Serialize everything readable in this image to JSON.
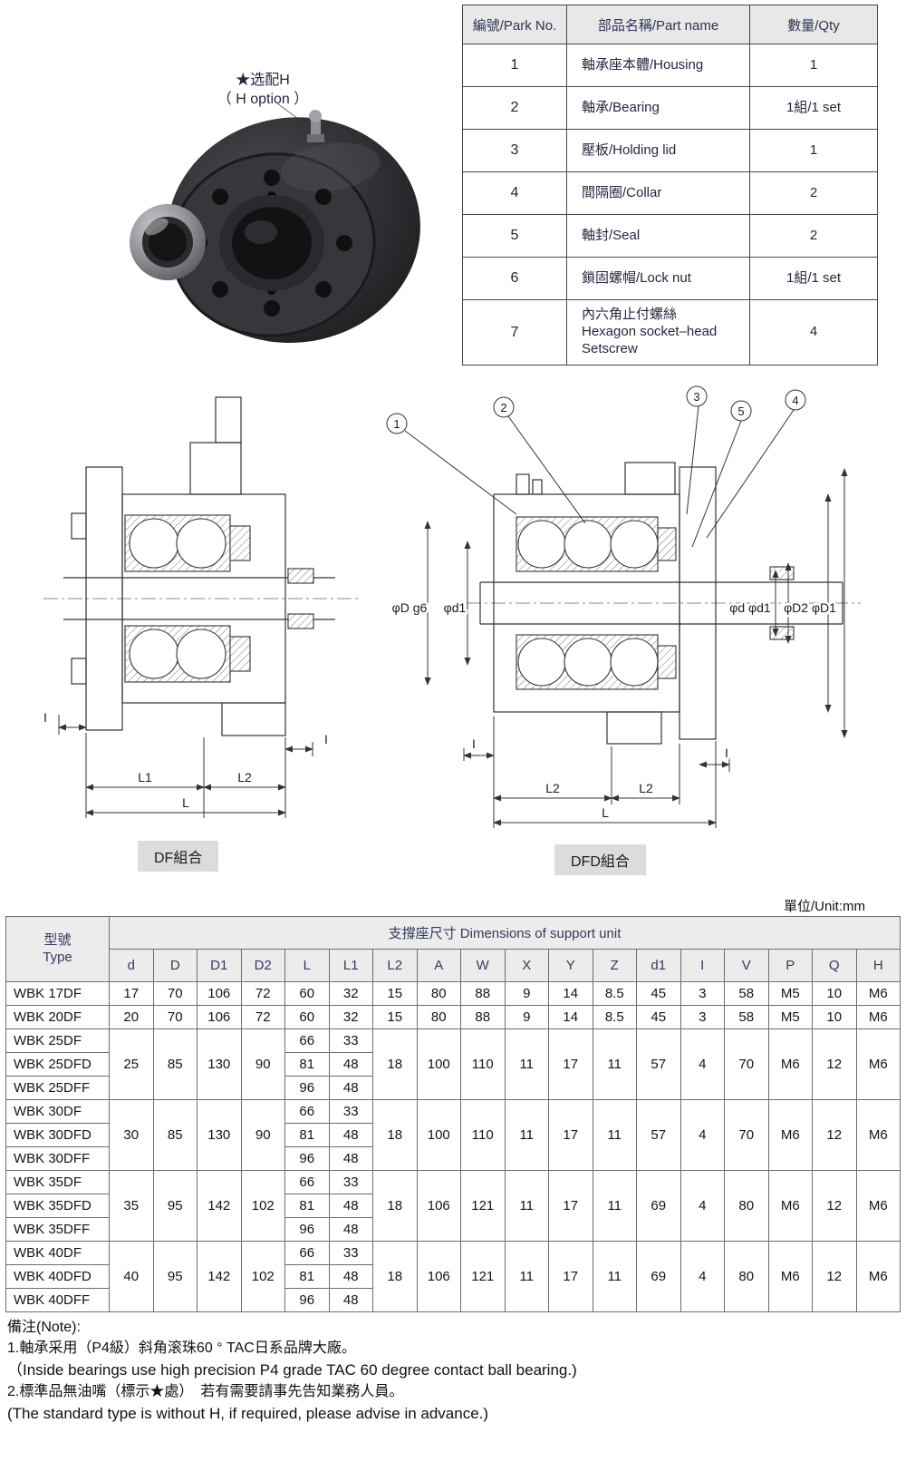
{
  "photo": {
    "annotation": "★选配H\n（ H option ）"
  },
  "parts_table": {
    "headers": [
      "編號/Park No.",
      "部品名稱/Part name",
      "數量/Qty"
    ],
    "rows": [
      {
        "no": "1",
        "name": "軸承座本體/Housing",
        "qty": "1"
      },
      {
        "no": "2",
        "name": "軸承/Bearing",
        "qty": "1組/1 set"
      },
      {
        "no": "3",
        "name": "壓板/Holding lid",
        "qty": "1"
      },
      {
        "no": "4",
        "name": "間隔圈/Collar",
        "qty": "2"
      },
      {
        "no": "5",
        "name": "軸封/Seal",
        "qty": "2"
      },
      {
        "no": "6",
        "name": "鎖固螺帽/Lock nut",
        "qty": "1組/1 set"
      },
      {
        "no": "7",
        "name": "內六角止付螺絲\nHexagon socket–head\nSetscrew",
        "qty": "4"
      }
    ]
  },
  "drawings": {
    "left": {
      "caption": "DF組合",
      "labels": {
        "I_left": "I",
        "I_right": "I",
        "L1": "L1",
        "L2": "L2",
        "L": "L"
      }
    },
    "right": {
      "caption": "DFD組合",
      "callouts": [
        "1",
        "2",
        "3",
        "5",
        "4"
      ],
      "labels": {
        "phiD_g6": "φD g6",
        "phid1": "φd1",
        "phid_phid1": "φd φd1",
        "phiD2_phiD1": "φD2 φD1",
        "I_left": "I",
        "I_right": "I",
        "L2_a": "L2",
        "L2_b": "L2",
        "L": "L"
      }
    }
  },
  "dim_table": {
    "unit_label": "單位/Unit:mm",
    "type_header": "型號\nType",
    "span_header": "支撐座尺寸 Dimensions of support unit",
    "columns": [
      "d",
      "D",
      "D1",
      "D2",
      "L",
      "L1",
      "L2",
      "A",
      "W",
      "X",
      "Y",
      "Z",
      "d1",
      "I",
      "V",
      "P",
      "Q",
      "H"
    ],
    "simple_rows": [
      {
        "type": "WBK 17DF",
        "values": [
          "17",
          "70",
          "106",
          "72",
          "60",
          "32",
          "15",
          "80",
          "88",
          "9",
          "14",
          "8.5",
          "45",
          "3",
          "58",
          "M5",
          "10",
          "M6"
        ]
      },
      {
        "type": "WBK 20DF",
        "values": [
          "20",
          "70",
          "106",
          "72",
          "60",
          "32",
          "15",
          "80",
          "88",
          "9",
          "14",
          "8.5",
          "45",
          "3",
          "58",
          "M5",
          "10",
          "M6"
        ]
      }
    ],
    "groups": [
      {
        "types": [
          "WBK 25DF",
          "WBK 25DFD",
          "WBK 25DFF"
        ],
        "left": [
          "25",
          "85",
          "130",
          "90"
        ],
        "L": [
          "66",
          "81",
          "96"
        ],
        "L1": [
          "33",
          "48",
          "48"
        ],
        "rest": [
          "18",
          "100",
          "110",
          "11",
          "17",
          "11",
          "57",
          "4",
          "70",
          "M6",
          "12",
          "M6"
        ]
      },
      {
        "types": [
          "WBK 30DF",
          "WBK 30DFD",
          "WBK 30DFF"
        ],
        "left": [
          "30",
          "85",
          "130",
          "90"
        ],
        "L": [
          "66",
          "81",
          "96"
        ],
        "L1": [
          "33",
          "48",
          "48"
        ],
        "rest": [
          "18",
          "100",
          "110",
          "11",
          "17",
          "11",
          "57",
          "4",
          "70",
          "M6",
          "12",
          "M6"
        ]
      },
      {
        "types": [
          "WBK 35DF",
          "WBK 35DFD",
          "WBK 35DFF"
        ],
        "left": [
          "35",
          "95",
          "142",
          "102"
        ],
        "L": [
          "66",
          "81",
          "96"
        ],
        "L1": [
          "33",
          "48",
          "48"
        ],
        "rest": [
          "18",
          "106",
          "121",
          "11",
          "17",
          "11",
          "69",
          "4",
          "80",
          "M6",
          "12",
          "M6"
        ]
      },
      {
        "types": [
          "WBK 40DF",
          "WBK 40DFD",
          "WBK 40DFF"
        ],
        "left": [
          "40",
          "95",
          "142",
          "102"
        ],
        "L": [
          "66",
          "81",
          "96"
        ],
        "L1": [
          "33",
          "48",
          "48"
        ],
        "rest": [
          "18",
          "106",
          "121",
          "11",
          "17",
          "11",
          "69",
          "4",
          "80",
          "M6",
          "12",
          "M6"
        ]
      }
    ]
  },
  "notes": {
    "title": "備注(Note):",
    "lines": [
      "1.軸承采用（P4級）斜角滚珠60 ° TAC日系品牌大廠。",
      "（Inside bearings use high precision P4 grade TAC 60 degree contact ball bearing.)",
      "2.標準品無油嘴（標示★處）　若有需要請事先告知業務人員。",
      "(The standard type is without H, if required, please advise in advance.)"
    ]
  }
}
